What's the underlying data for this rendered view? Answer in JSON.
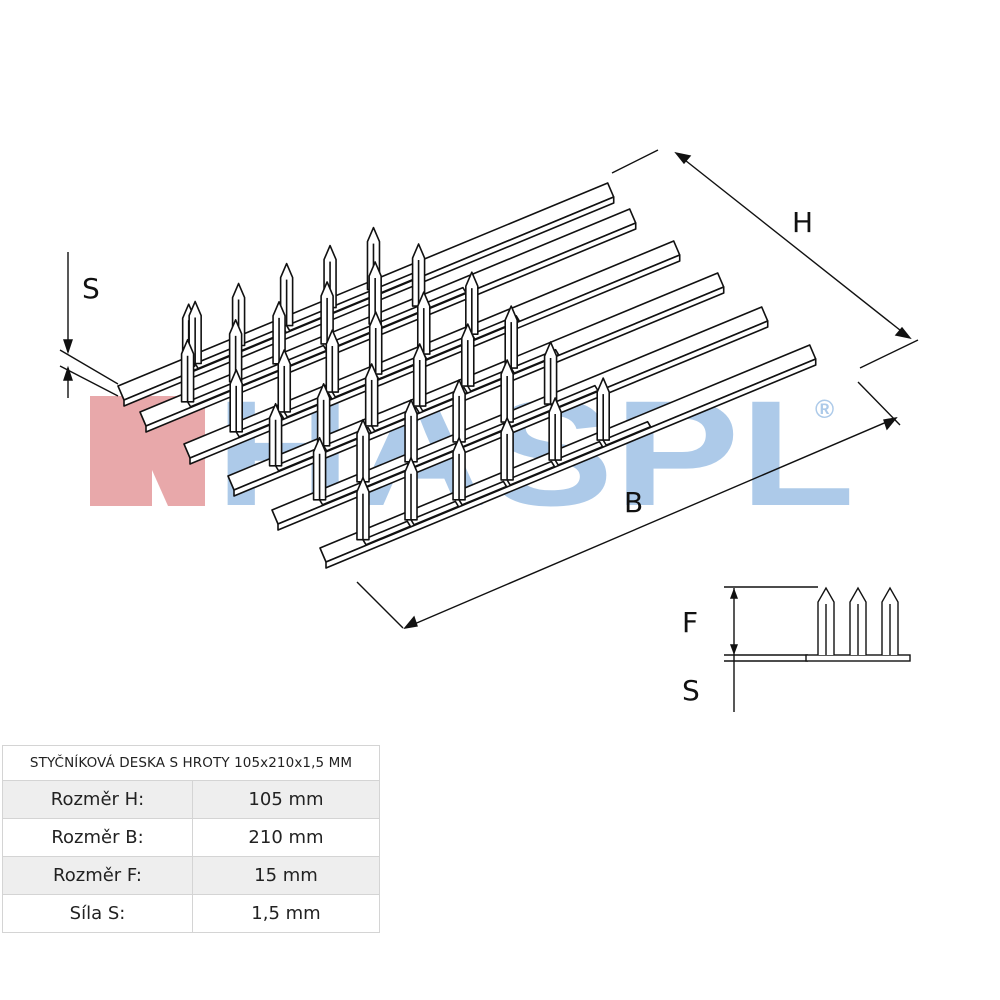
{
  "watermark": {
    "text": "HASPL",
    "registered_mark": "®",
    "colors": {
      "red": "#e7a4a6",
      "blue": "#a9c8e8"
    }
  },
  "dimensions": {
    "h_label": "H",
    "b_label": "B",
    "s_label_top": "S",
    "f_label": "F",
    "s_label_detail": "S"
  },
  "table": {
    "title": "STYČNÍKOVÁ DESKA S HROTY 105x210x1,5 MM",
    "rows": [
      {
        "label": "Rozměr H:",
        "value": "105 mm"
      },
      {
        "label": "Rozměr B:",
        "value": "210 mm"
      },
      {
        "label": "Rozměr F:",
        "value": "15 mm"
      },
      {
        "label": "Síla S:",
        "value": "1,5 mm"
      }
    ]
  }
}
